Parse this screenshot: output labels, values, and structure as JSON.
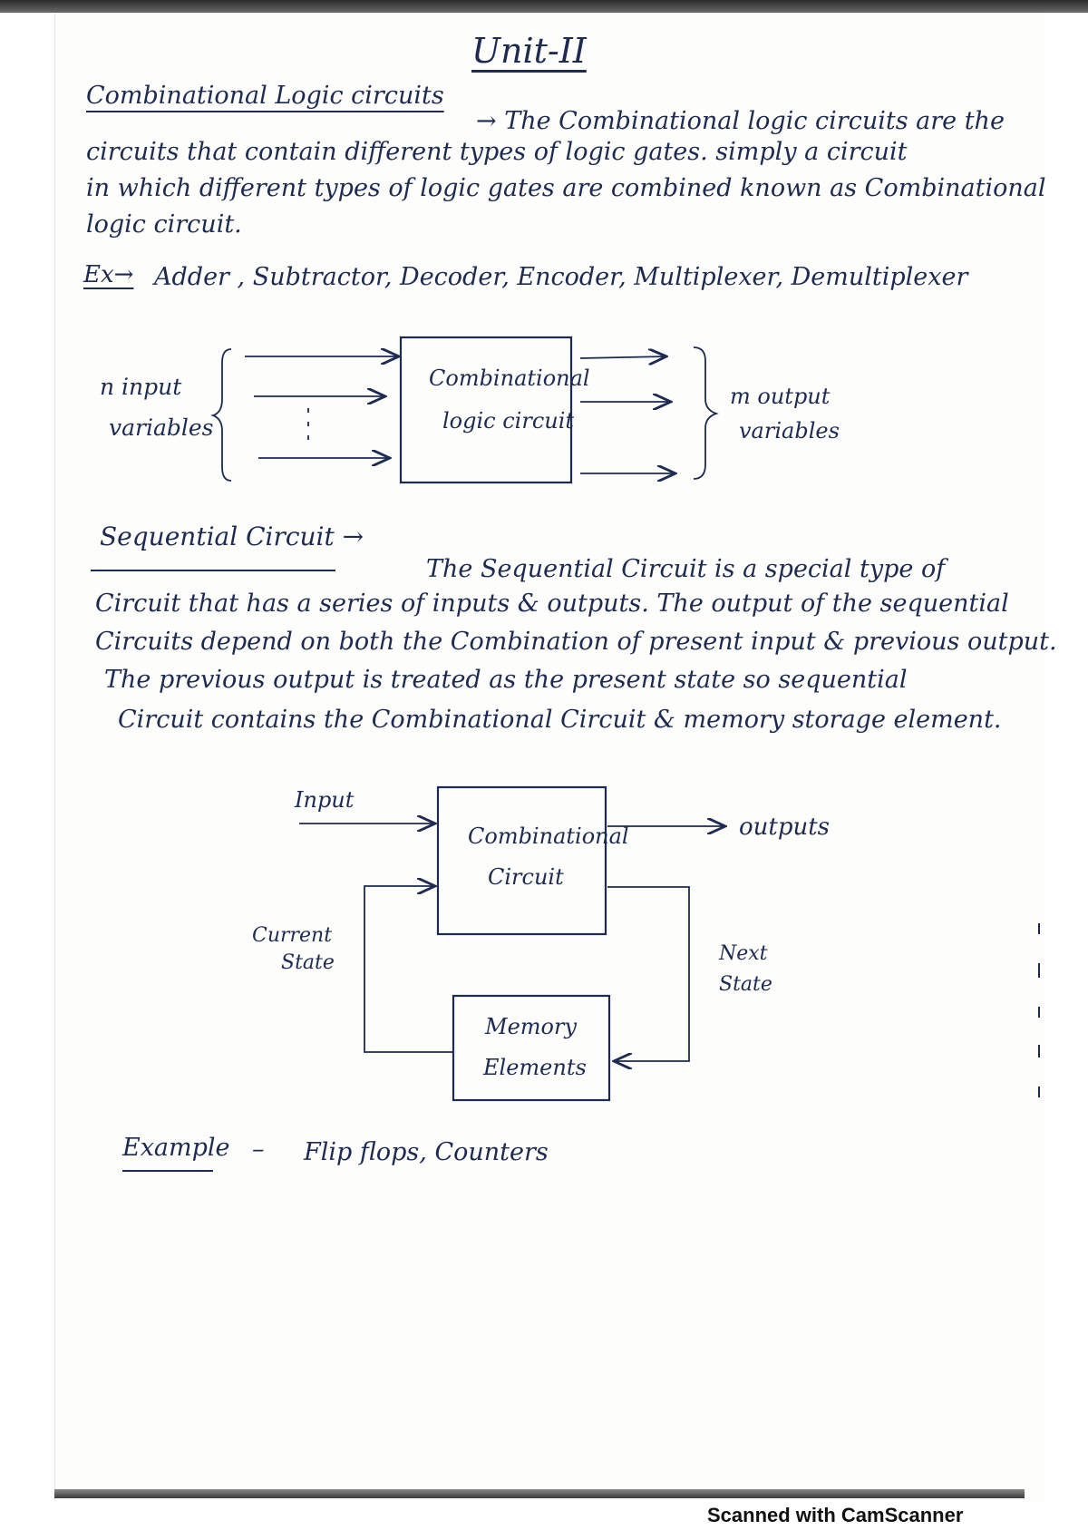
{
  "title": "Unit-II",
  "combinational": {
    "heading": "Combinational Logic circuits",
    "line1": "→ The Combinational logic circuits are the",
    "line2": "circuits that contain different types of logic gates. simply a circuit",
    "line3": "in which different types of logic gates are combined known as Combinational",
    "line4": "logic circuit.",
    "example_label": "Ex→",
    "example_text": "Adder , Subtractor, Decoder, Encoder, Multiplexer, Demultiplexer"
  },
  "diagram1": {
    "input_label_1": "n input",
    "input_label_2": "variables",
    "box_label_1": "Combinational",
    "box_label_2": "logic circuit",
    "output_label_1": "m output",
    "output_label_2": "variables"
  },
  "sequential": {
    "heading": "Sequential Circuit →",
    "line1": "The Sequential Circuit is a special type of",
    "line2": "Circuit that has a series of inputs & outputs. The output of the sequential",
    "line3": "Circuits depend on both the Combination of present input & previous output.",
    "line4": "The previous output is treated as the present state so sequential",
    "line5": "Circuit contains the Combinational Circuit & memory storage element."
  },
  "diagram2": {
    "input_label": "Input",
    "box_label_1": "Combinational",
    "box_label_2": "Circuit",
    "output_label": "outputs",
    "current_state_1": "Current",
    "current_state_2": "State",
    "next_state_1": "Next",
    "next_state_2": "State",
    "memory_label_1": "Memory",
    "memory_label_2": "Elements"
  },
  "example": {
    "label": "Example",
    "dash": "–",
    "text": "Flip flops, Counters"
  },
  "watermark": "Scanned with CamScanner",
  "colors": {
    "ink": "#1d2a52",
    "paper": "#fdfdfb"
  }
}
